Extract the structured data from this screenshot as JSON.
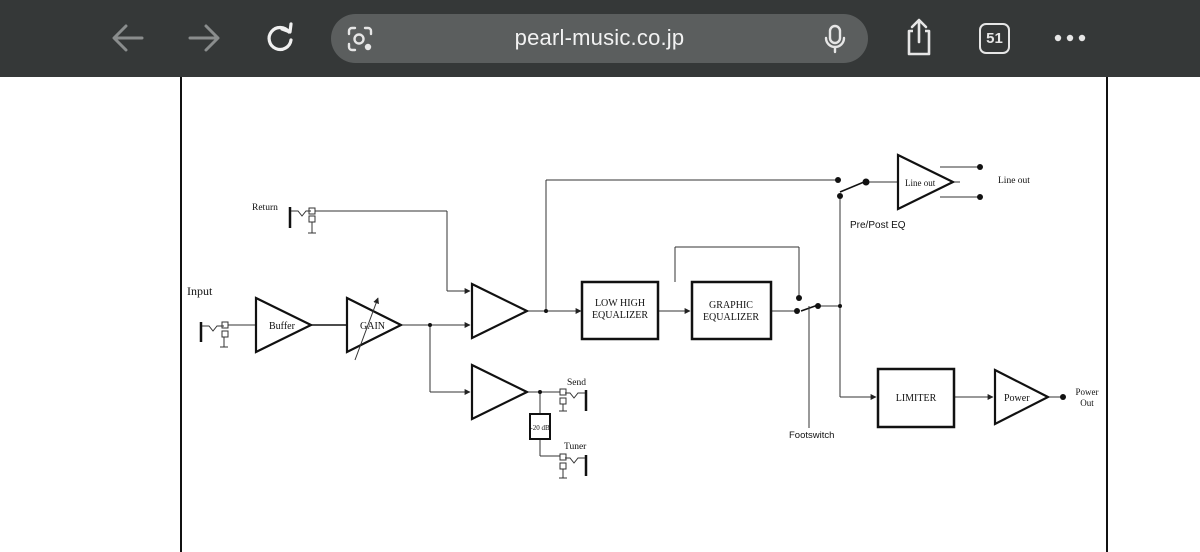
{
  "browser": {
    "url": "pearl-music.co.jp",
    "tab_count": "51",
    "icons": {
      "back": "back-arrow-icon",
      "forward": "forward-arrow-icon",
      "reload": "reload-icon",
      "lens": "camera-search-icon",
      "mic": "microphone-icon",
      "share": "share-icon",
      "more": "more-dots-icon"
    }
  },
  "diagram": {
    "input": "Input",
    "buffer": "Buffer",
    "gain": "GAIN",
    "return": "Return",
    "low_high_eq_line1": "LOW HIGH",
    "low_high_eq_line2": "EQUALIZER",
    "graphic_eq_line1": "GRAPHIC",
    "graphic_eq_line2": "EQUALIZER",
    "line_out_amp": "Line out",
    "line_out": "Line out",
    "pre_post_eq": "Pre/Post EQ",
    "send": "Send",
    "attenuator": "-20 dB",
    "tuner": "Tuner",
    "footswitch": "Footswitch",
    "limiter": "LIMITER",
    "power": "Power",
    "power_out_line1": "Power",
    "power_out_line2": "Out"
  }
}
